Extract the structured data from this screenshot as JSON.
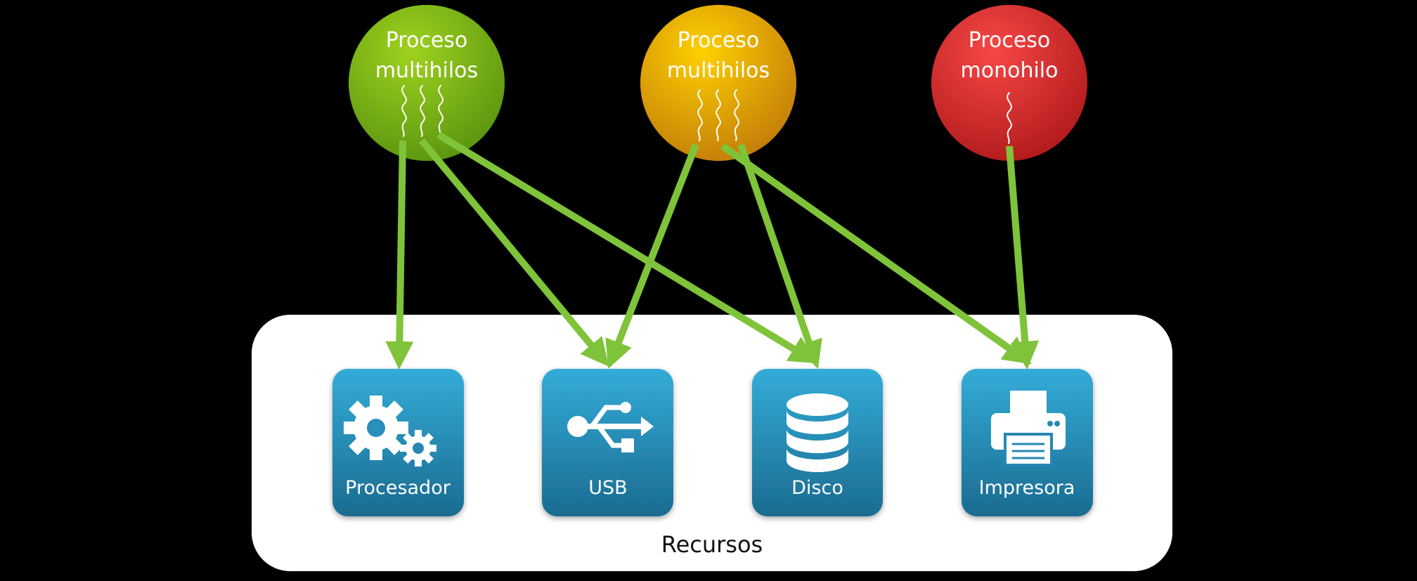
{
  "processes": [
    {
      "id": "p1",
      "line1": "Proceso",
      "line2": "multihilos",
      "color_top": "#8fc21a",
      "color_bottom": "#5f9e12"
    },
    {
      "id": "p2",
      "line1": "Proceso",
      "line2": "multihilos",
      "color_top": "#f6c200",
      "color_bottom": "#c88208"
    },
    {
      "id": "p3",
      "line1": "Proceso",
      "line2": "monohilo",
      "color_top": "#ef3b3b",
      "color_bottom": "#b81c1c"
    }
  ],
  "resources": [
    {
      "id": "r1",
      "label": "Procesador",
      "icon": "gears-icon"
    },
    {
      "id": "r2",
      "label": "USB",
      "icon": "usb-icon"
    },
    {
      "id": "r3",
      "label": "Disco",
      "icon": "database-icon"
    },
    {
      "id": "r4",
      "label": "Impresora",
      "icon": "printer-icon"
    }
  ],
  "panel": {
    "label": "Recursos"
  },
  "colors": {
    "arrow": "#7fc33a",
    "tile_top": "#32a8d4",
    "tile_bottom": "#1a6f94"
  }
}
